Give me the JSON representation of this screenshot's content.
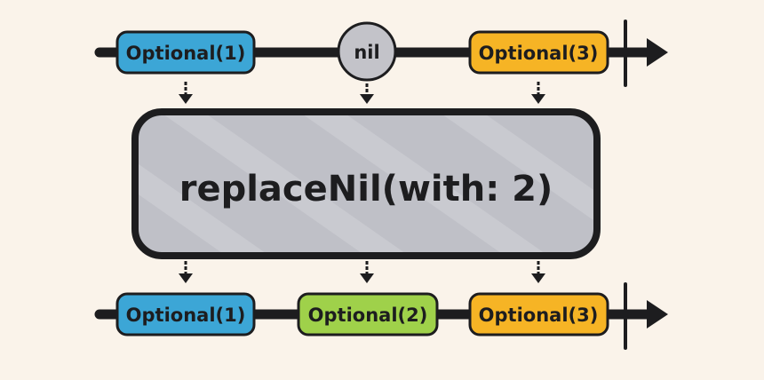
{
  "diagram": {
    "operator": "replaceNil(with: 2)",
    "input_stream": [
      {
        "label": "Optional(1)",
        "kind": "pill",
        "color": "#3ca6d6"
      },
      {
        "label": "nil",
        "kind": "circle",
        "color": "#c3c3c9"
      },
      {
        "label": "Optional(3)",
        "kind": "pill",
        "color": "#f6b425"
      }
    ],
    "output_stream": [
      {
        "label": "Optional(1)",
        "kind": "pill",
        "color": "#3ca6d6"
      },
      {
        "label": "Optional(2)",
        "kind": "pill",
        "color": "#9fd14a"
      },
      {
        "label": "Optional(3)",
        "kind": "pill",
        "color": "#f6b425"
      }
    ],
    "colors": {
      "background": "#faf3ea",
      "line": "#1d1d1f",
      "operator_fill": "#bfc0c7"
    }
  }
}
